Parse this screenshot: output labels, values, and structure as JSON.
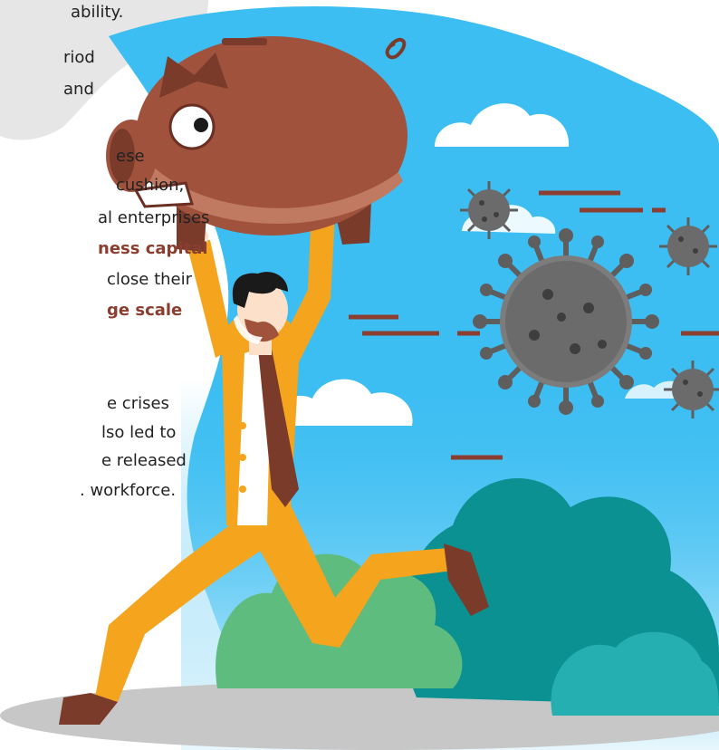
{
  "text_fragments": [
    {
      "id": "f1",
      "text": "ability."
    },
    {
      "id": "f2",
      "text": "riod"
    },
    {
      "id": "f3",
      "text": "and"
    },
    {
      "id": "f4",
      "text": "ese"
    },
    {
      "id": "f5",
      "text": "cushion,"
    },
    {
      "id": "f6",
      "text": "al enterprises"
    },
    {
      "id": "f7",
      "text": "ness capital",
      "emphasis": true
    },
    {
      "id": "f8",
      "text": "close their"
    },
    {
      "id": "f9",
      "text": "ge scale",
      "emphasis": true
    },
    {
      "id": "f10",
      "text": "e crises"
    },
    {
      "id": "f11",
      "text": "lso led to"
    },
    {
      "id": "f12",
      "text": "e released"
    },
    {
      "id": "f13",
      "text": ". workforce."
    }
  ],
  "illustration": {
    "subjects": [
      "businessman-running",
      "piggy-bank",
      "coronavirus",
      "bushes",
      "clouds"
    ],
    "colors": {
      "sky": "#3dbef2",
      "piggy": "#a0523d",
      "suit": "#f4a41d",
      "tie": "#7a3b2b",
      "virus": "#5e5e5e",
      "bush_dark": "#0b9192",
      "bush_green": "#5fbc7f",
      "bush_teal": "#26afb0",
      "ground": "#c7c7c7",
      "accent": "#8b3e2f"
    }
  }
}
